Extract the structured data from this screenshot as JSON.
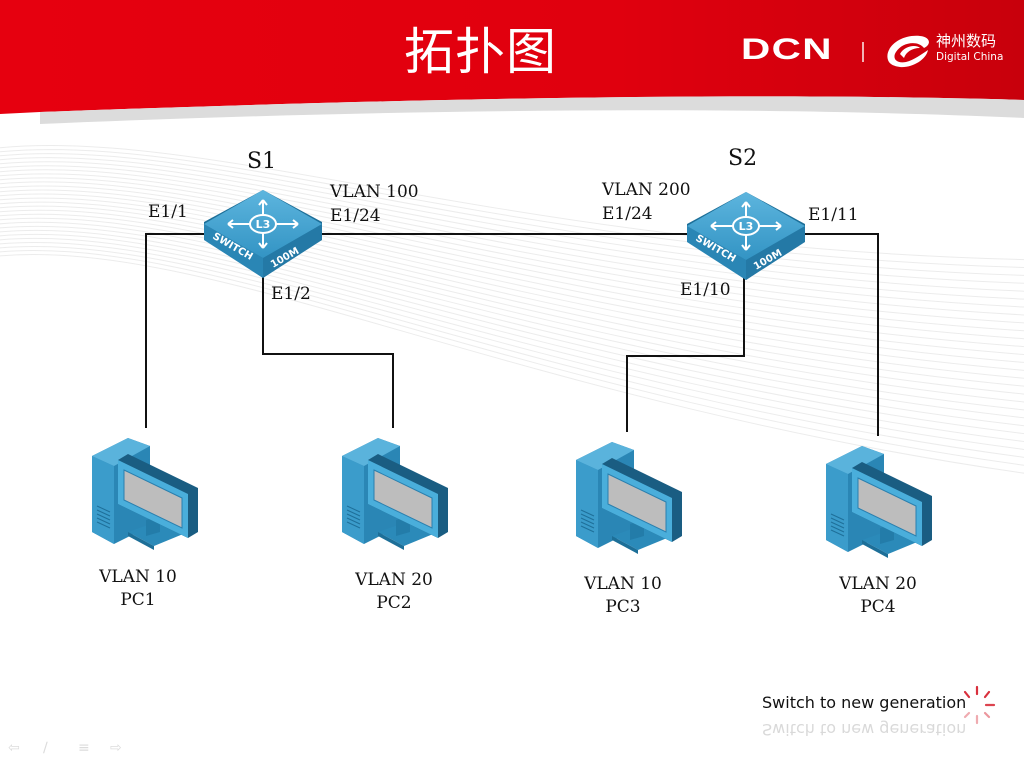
{
  "slide": {
    "title": "拓扑图",
    "colors": {
      "header_red": "#e3000f",
      "device_blue": "#2f8fbf",
      "line": "#111111"
    }
  },
  "logo": {
    "brand": "DCN",
    "company_cn": "神州数码",
    "company_en": "Digital China"
  },
  "switches": [
    {
      "name": "S1",
      "type": "L3 switch",
      "badge": "L3",
      "side_text": "SWITCH",
      "speed_text": "100M",
      "ports": [
        {
          "label": "E1/1"
        },
        {
          "label": "VLAN 100"
        },
        {
          "label": "E1/24"
        },
        {
          "label": "E1/2"
        }
      ]
    },
    {
      "name": "S2",
      "type": "L3 switch",
      "badge": "L3",
      "side_text": "SWITCH",
      "speed_text": "100M",
      "ports": [
        {
          "label": "VLAN 200"
        },
        {
          "label": "E1/24"
        },
        {
          "label": "E1/11"
        },
        {
          "label": "E1/10"
        }
      ]
    }
  ],
  "pcs": [
    {
      "vlan": "VLAN 10",
      "name": "PC1"
    },
    {
      "vlan": "VLAN 20",
      "name": "PC2"
    },
    {
      "vlan": "VLAN 10",
      "name": "PC3"
    },
    {
      "vlan": "VLAN 20",
      "name": "PC4"
    }
  ],
  "links": [
    {
      "from": "S1 E1/1",
      "to": "PC1"
    },
    {
      "from": "S1 E1/2",
      "to": "PC2"
    },
    {
      "from": "S1 E1/24",
      "to": "S2 E1/24"
    },
    {
      "from": "S2 E1/10",
      "to": "PC3"
    },
    {
      "from": "S2 E1/11",
      "to": "PC4"
    }
  ],
  "footer": {
    "tagline": "Switch to new generation",
    "nav_icons": [
      "previous-slide-icon",
      "pen-icon",
      "menu-icon",
      "next-slide-icon"
    ]
  }
}
